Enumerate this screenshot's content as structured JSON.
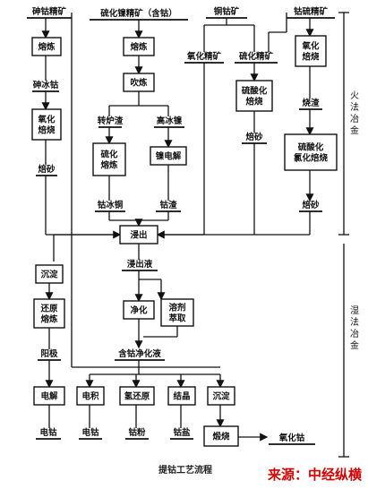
{
  "raw_materials": {
    "arsenic_cobalt_ore": "砷钴精矿",
    "nickel_sulfide_ore": "硫化镍精矿（含钴）",
    "copper_cobalt_ore": "铜钴矿",
    "cobalt_sulfide_ore": "钴硫精矿",
    "oxide_concentrate": "氧化精矿",
    "sulfide_concentrate": "硫化精矿"
  },
  "processes": {
    "smelting_1": "熔炼",
    "smelting_2": "熔炼",
    "blowing": "吹炼",
    "oxidation_roast_1": "氧化\n焙烧",
    "oxidation_roast_2": "氧化\n焙烧",
    "sulfation_roast_1": "硫酸化\n焙烧",
    "sulfation_chlorination_roast": "硫酸化\n氯化焙烧",
    "sulfide_smelting": "硫化\n熔炼",
    "nickel_electrolysis": "镍电解",
    "leaching": "浸出",
    "precipitation_1": "沉淀",
    "reduction_smelting": "还原\n熔炼",
    "purification": "净化",
    "solvent_extraction": "溶剂\n萃取",
    "electrolysis": "电解",
    "electrowinning": "电积",
    "hydrogen_reduction": "氢还原",
    "crystallization": "结晶",
    "precipitation_2": "沉淀",
    "calcination": "煅烧"
  },
  "intermediates": {
    "arsenic_cobalt_matte": "砷冰钴",
    "calcine_1": "焙砂",
    "converter_slag": "转炉渣",
    "high_nickel_matte": "高冰镍",
    "calcine_2": "焙砂",
    "burnt_slag": "烧渣",
    "cobalt_copper_matte": "钴冰铜",
    "cobalt_slag": "钴渣",
    "calcine_3": "焙砂",
    "leach_solution": "浸出液",
    "anode": "阳极",
    "cobalt_purified_solution": "含钴净化液"
  },
  "products": {
    "cathode_cobalt_1": "电钴",
    "cathode_cobalt_2": "电钴",
    "cobalt_powder": "钴粉",
    "cobalt_salt": "钴盐",
    "cobalt_oxide": "氧化钴"
  },
  "sections": {
    "pyro": "火法冶金",
    "hydro": "湿法冶金"
  },
  "caption": "提钴工艺流程",
  "source": "来源：中经纵横"
}
